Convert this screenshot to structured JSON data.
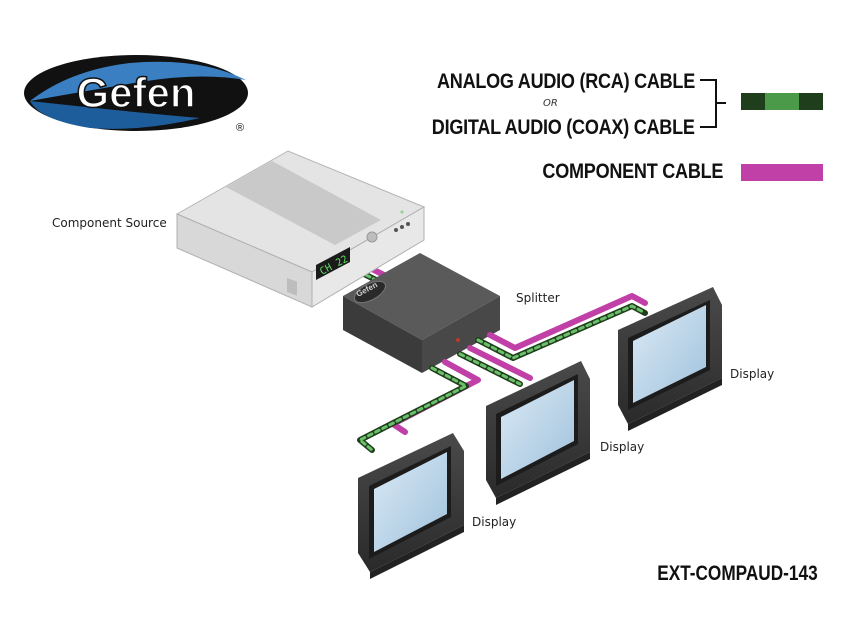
{
  "logo": {
    "text": "Gefen",
    "registered": "®"
  },
  "legend": {
    "audio_label_1": "ANALOG AUDIO (RCA) CABLE",
    "or_text": "OR",
    "audio_label_2": "DIGITAL AUDIO (COAX) CABLE",
    "component_label": "COMPONENT CABLE",
    "audio_colors": [
      "#2f5a2a",
      "#4a9a4a"
    ],
    "component_color": "#c040a8"
  },
  "devices": {
    "source_label": "Component Source",
    "source_display": "CH 22",
    "splitter_label": "Splitter",
    "splitter_logo": "Gefen",
    "display_label_1": "Display",
    "display_label_2": "Display",
    "display_label_3": "Display"
  },
  "model": "EXT-COMPAUD-143"
}
